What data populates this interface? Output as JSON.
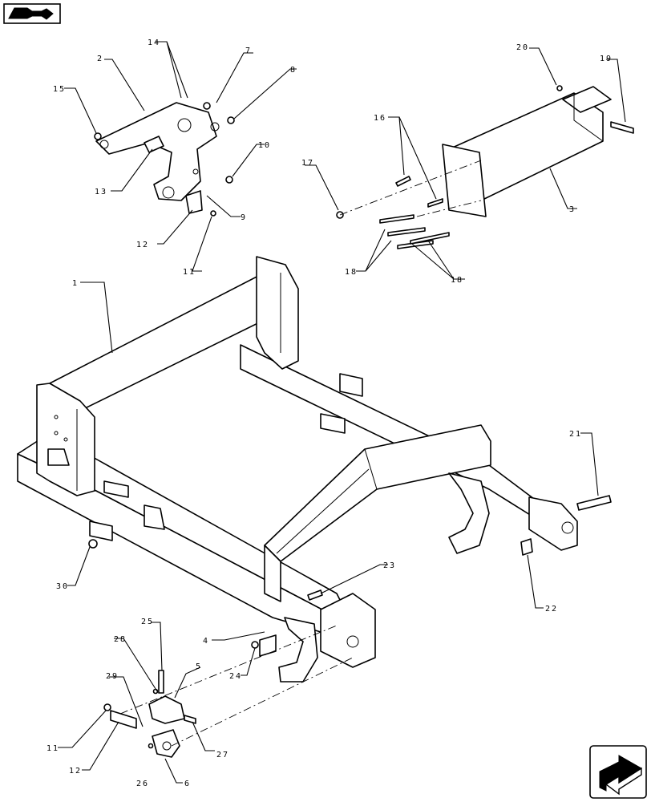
{
  "icons": {
    "top_left": "book-navigation-icon",
    "bottom_right": "next-page-arrow-icon"
  },
  "callouts": [
    {
      "id": "c1",
      "label": "1"
    },
    {
      "id": "c2",
      "label": "2"
    },
    {
      "id": "c3",
      "label": "3"
    },
    {
      "id": "c4",
      "label": "4"
    },
    {
      "id": "c5",
      "label": "5"
    },
    {
      "id": "c6",
      "label": "6"
    },
    {
      "id": "c7",
      "label": "7"
    },
    {
      "id": "c8",
      "label": "8"
    },
    {
      "id": "c9",
      "label": "9"
    },
    {
      "id": "c10",
      "label": "10"
    },
    {
      "id": "c11a",
      "label": "11"
    },
    {
      "id": "c11b",
      "label": "11"
    },
    {
      "id": "c12a",
      "label": "12"
    },
    {
      "id": "c12b",
      "label": "12"
    },
    {
      "id": "c13",
      "label": "13"
    },
    {
      "id": "c14",
      "label": "14"
    },
    {
      "id": "c15",
      "label": "15"
    },
    {
      "id": "c16",
      "label": "16"
    },
    {
      "id": "c17",
      "label": "17"
    },
    {
      "id": "c18a",
      "label": "18"
    },
    {
      "id": "c18b",
      "label": "18"
    },
    {
      "id": "c19",
      "label": "19"
    },
    {
      "id": "c20",
      "label": "20"
    },
    {
      "id": "c21",
      "label": "21"
    },
    {
      "id": "c22",
      "label": "22"
    },
    {
      "id": "c23",
      "label": "23"
    },
    {
      "id": "c24",
      "label": "24"
    },
    {
      "id": "c25",
      "label": "25"
    },
    {
      "id": "c26",
      "label": "26"
    },
    {
      "id": "c27",
      "label": "27"
    },
    {
      "id": "c28",
      "label": "28"
    },
    {
      "id": "c29",
      "label": "29"
    },
    {
      "id": "c30",
      "label": "30"
    }
  ]
}
